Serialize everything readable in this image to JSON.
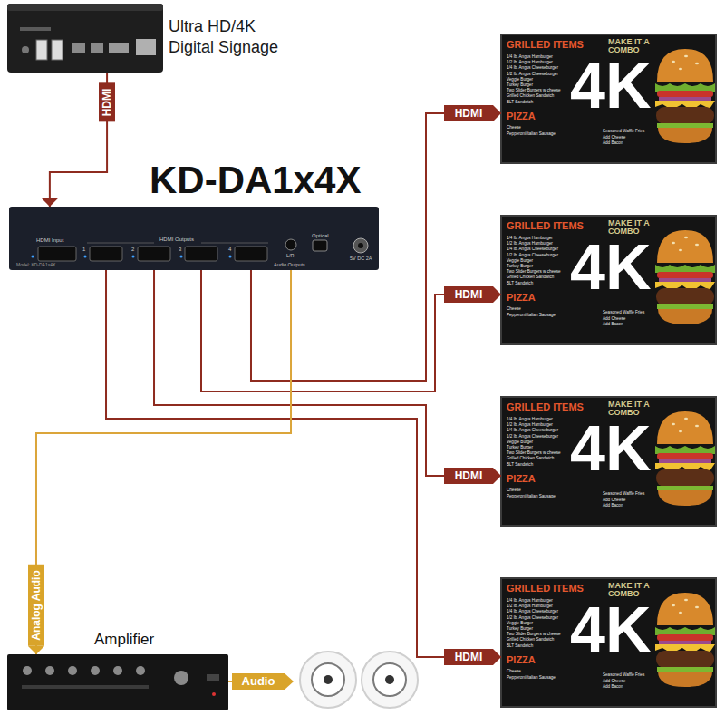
{
  "diagram": {
    "nodes": [
      {
        "text": [
          "Ultra HD/4K Digital Signage"
        ]
      },
      {
        "text": [
          "KD-DA1x4X"
        ]
      },
      {
        "text": [
          "GRILLED ITEMS",
          "1/4 lb. Angus Hamburger",
          "1/2 lb. Angus Hamburger",
          "1/4 lb. Angus Cheeseburger",
          "1/2 lb. Angus Cheeseburger",
          "Veggie Burger",
          "Turkey Burger",
          "Two Slider Burgers w cheese",
          "Grilled Chicken Sandwich",
          "BLT Sandwich",
          "MAKE IT A COMBO",
          "Seasoned Waffle Fries",
          "Add Cheese",
          "Add Bacon",
          "4K",
          "PIZZA",
          "Cheese",
          "Pepperoni/Italian Sausage"
        ]
      },
      {
        "text": [
          "GRILLED ITEMS",
          "1/4 lb. Angus Hamburger",
          "1/2 lb. Angus Hamburger",
          "1/4 lb. Angus Cheeseburger",
          "1/2 lb. Angus Cheeseburger",
          "Veggie Burger",
          "Turkey Burger",
          "Two Slider Burgers w cheese",
          "Grilled Chicken Sandwich",
          "BLT Sandwich",
          "MAKE IT A COMBO",
          "Seasoned Waffle Fries",
          "Add Cheese",
          "Add Bacon",
          "4K",
          "PIZZA",
          "Cheese",
          "Pepperoni/Italian Sausage"
        ]
      },
      {
        "text": [
          "GRILLED ITEMS",
          "1/4 lb. Angus Hamburger",
          "1/2 lb. Angus Hamburger",
          "1/4 lb. Angus Cheeseburger",
          "1/2 lb. Angus Cheeseburger",
          "Veggie Burger",
          "Turkey Burger",
          "Two Slider Burgers w cheese",
          "Grilled Chicken Sandwich",
          "BLT Sandwich",
          "MAKE IT A COMBO",
          "Seasoned Waffle Fries",
          "Add Cheese",
          "Add Bacon",
          "4K",
          "PIZZA",
          "Cheese",
          "Pepperoni/Italian Sausage"
        ]
      },
      {
        "text": [
          "GRILLED ITEMS",
          "1/4 lb. Angus Hamburger",
          "1/2 lb. Angus Hamburger",
          "1/4 lb. Angus Cheeseburger",
          "1/2 lb. Angus Cheeseburger",
          "Veggie Burger",
          "Turkey Burger",
          "Two Slider Burgers w cheese",
          "Grilled Chicken Sandwich",
          "BLT Sandwich",
          "MAKE IT A COMBO",
          "Seasoned Waffle Fries",
          "Add Cheese",
          "Add Bacon",
          "4K",
          "PIZZA",
          "Cheese",
          "Pepperoni/Italian Sausage"
        ]
      },
      {
        "text": [
          "Amplifier"
        ]
      }
    ],
    "edges": [
      {
        "from": 0,
        "to": 1,
        "arrow": "to",
        "label": "HDMI"
      },
      {
        "from": 1,
        "to": 2,
        "arrow": "to",
        "label": "HDMI"
      },
      {
        "from": 1,
        "to": 3,
        "arrow": "to",
        "label": "HDMI"
      },
      {
        "from": 1,
        "to": 4,
        "arrow": "to",
        "label": "HDMI"
      },
      {
        "from": 1,
        "to": 5,
        "arrow": "to",
        "label": "HDMI"
      },
      {
        "from": 1,
        "to": 6,
        "arrow": "to",
        "label": "Analog Audio"
      }
    ],
    "labels": [
      "HDMI Input",
      "HDMI Outputs",
      "1",
      "2",
      "3",
      "4",
      "L/R",
      "Optical",
      "Audio Outputs",
      "5V DC 2A",
      "Model: KD-DA1x4X",
      "Audio"
    ]
  }
}
